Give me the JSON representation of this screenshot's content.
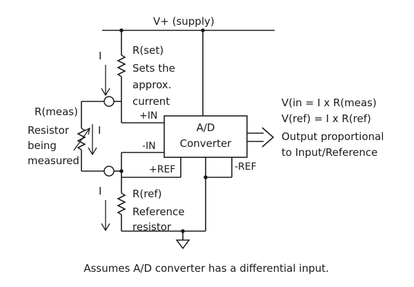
{
  "supply_label": "V+ (supply)",
  "rset": {
    "name": "R(set)",
    "desc_lines": [
      "Sets the",
      "approx.",
      "current"
    ],
    "current_symbol": "I"
  },
  "rmeas": {
    "name": "R(meas)",
    "desc_lines": [
      "Resistor",
      "being",
      "measured"
    ],
    "current_symbol": "I"
  },
  "rref": {
    "name": "R(ref)",
    "desc_lines": [
      "Reference",
      "resistor"
    ],
    "current_symbol": "I"
  },
  "converter": {
    "line1": "A/D",
    "line2": "Converter",
    "pins": {
      "in_pos": "+IN",
      "in_neg": "-IN",
      "ref_pos": "+REF",
      "ref_neg": "-REF"
    }
  },
  "equations": [
    "V(in = I x R(meas)",
    "V(ref) = I x R(ref)"
  ],
  "output_lines": [
    "Output proportional",
    "to Input/Reference"
  ],
  "caption": "Assumes A/D converter has a differential input.",
  "colors": {
    "ink": "#1a1a1a",
    "background": "#ffffff"
  }
}
